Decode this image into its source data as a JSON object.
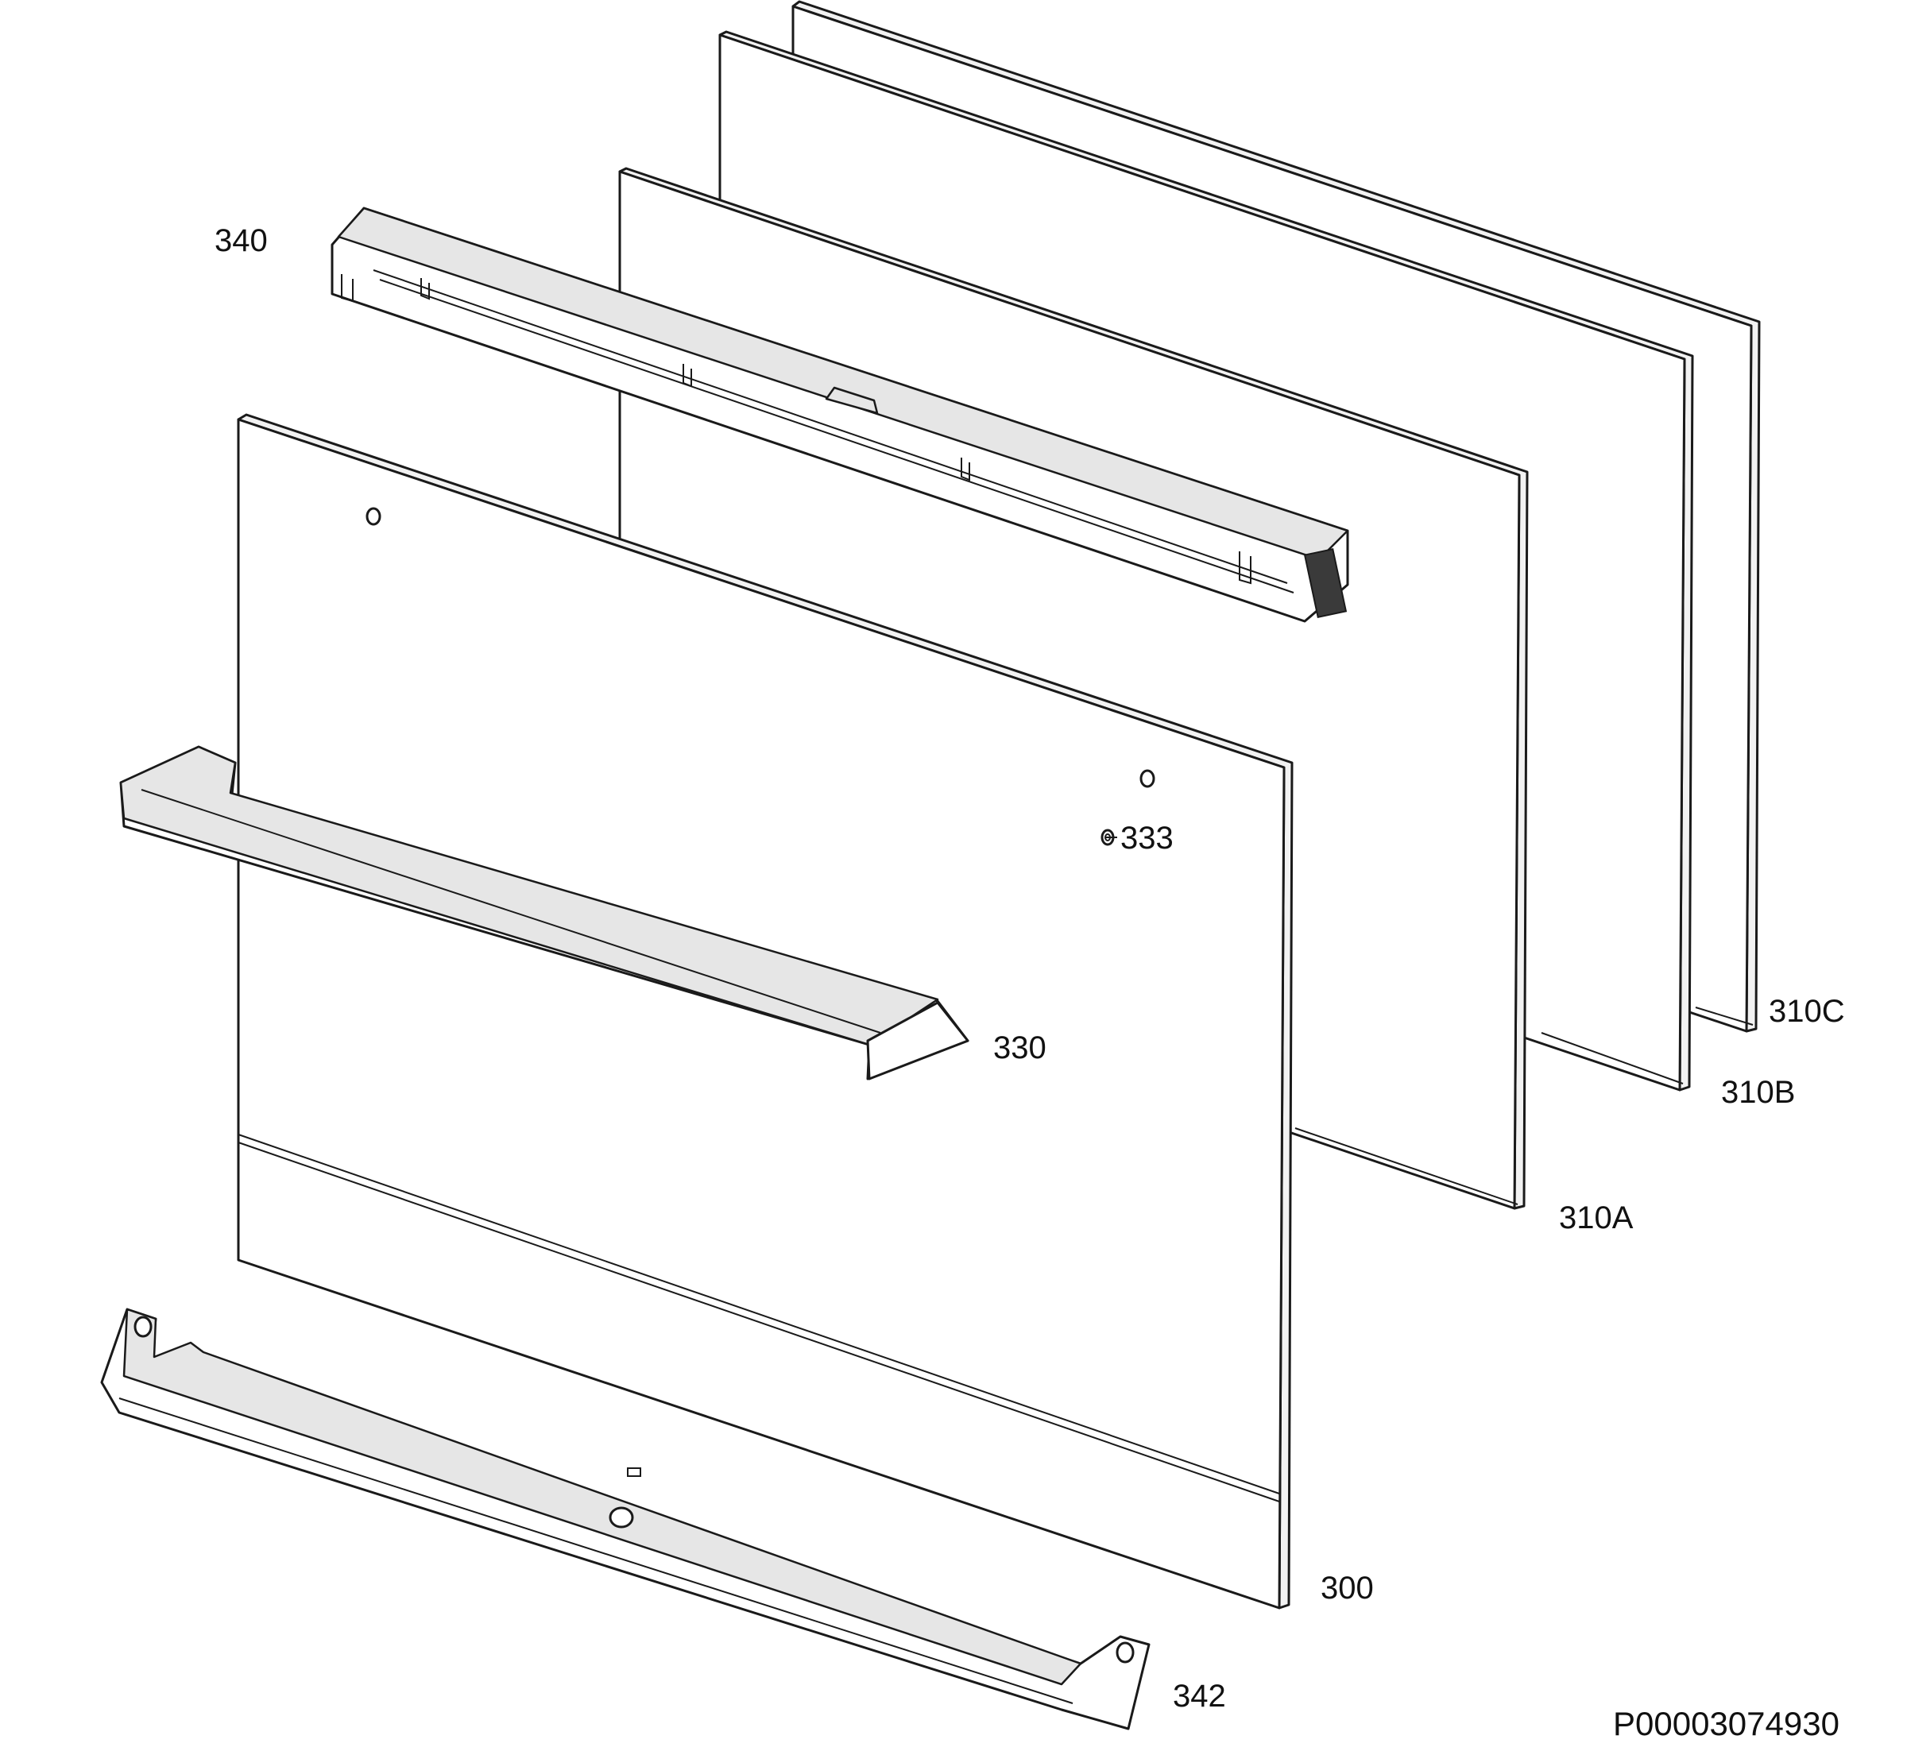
{
  "diagram": {
    "labels": {
      "p340": "340",
      "p333": "333",
      "p330": "330",
      "p310c": "310C",
      "p310b": "310B",
      "p310a": "310A",
      "p300": "300",
      "p342": "342"
    },
    "document_id": "P00003074930"
  }
}
